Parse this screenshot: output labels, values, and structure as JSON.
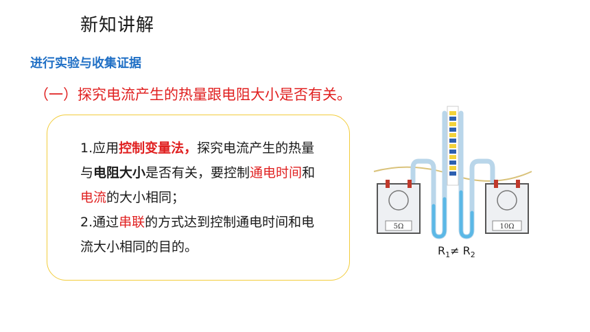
{
  "slide": {
    "title": "新知讲解",
    "section_heading": "进行实验与收集证据",
    "subheading": "（一）探究电流产生的热量跟电阻大小是否有关。"
  },
  "note": {
    "p1_a": "1.应用",
    "p1_b": "控制变量法，",
    "p1_c": "探究电流产生的热量与",
    "p1_d": "电阻大小",
    "p1_e": "是否有关，要控制",
    "p1_f": "通电时间",
    "p1_g": "和",
    "p1_h": "电流",
    "p1_i": "的大小相同；",
    "p2_a": "2.通过",
    "p2_b": "串联",
    "p2_c": "的方式达到控制通电时间和电流大小相同的目的。"
  },
  "apparatus": {
    "left_label": "5Ω",
    "right_label": "10Ω"
  },
  "relation": {
    "r1": "R",
    "r1_sub": "1",
    "neq": "≠ ",
    "r2": "R",
    "r2_sub": "2"
  },
  "colors": {
    "heading_blue": "#1f6fc5",
    "emphasis_red": "#e02020",
    "box_border": "#f2cc3a",
    "liquid_blue": "#5bb8e6",
    "scale_yellow": "#f2d23a",
    "scale_blue": "#2d5fb0"
  }
}
